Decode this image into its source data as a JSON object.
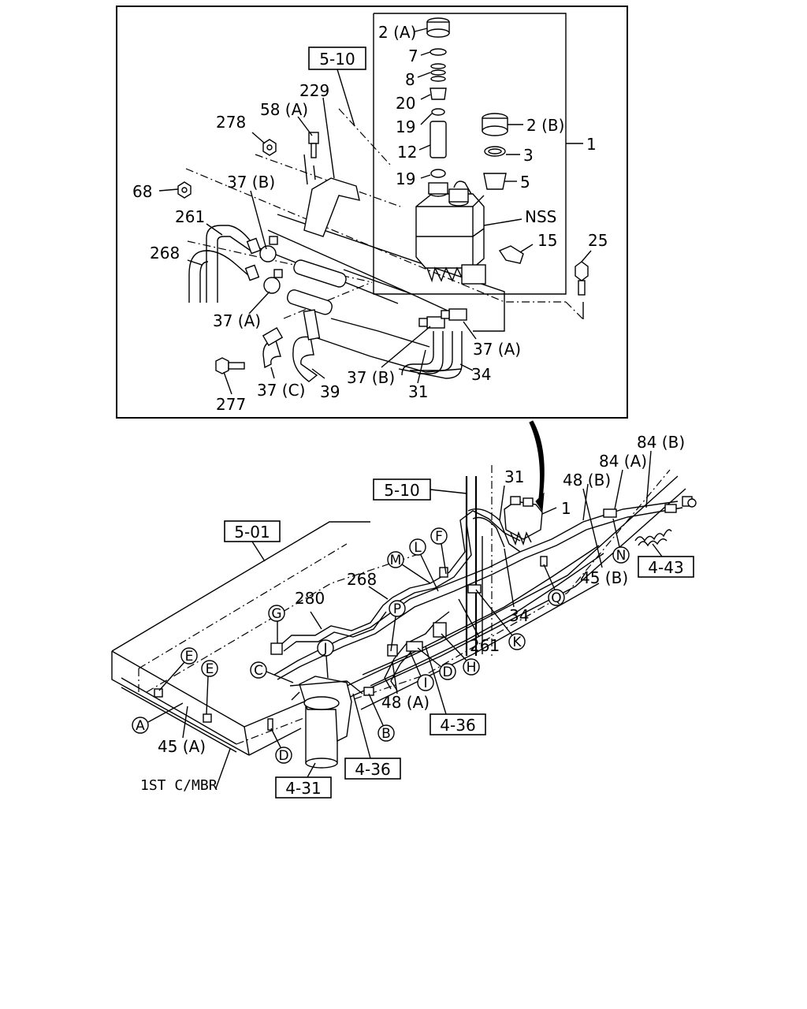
{
  "detail": {
    "part_labels": [
      "2 (A)",
      "7",
      "8",
      "20",
      "19",
      "12",
      "19",
      "2 (B)",
      "3",
      "5",
      "1",
      "NSS",
      "15",
      "25",
      "229",
      "278",
      "58 (A)",
      "68",
      "37 (B)",
      "261",
      "268",
      "37 (A)",
      "277",
      "37 (C)",
      "39",
      "37 (B)",
      "31",
      "34",
      "37 (A)"
    ],
    "ref_box": "5-10"
  },
  "main": {
    "part_labels": [
      "31",
      "1",
      "84 (B)",
      "84 (A)",
      "48 (B)",
      "45 (B)",
      "34",
      "261",
      "268",
      "280",
      "48 (A)",
      "45 (A)"
    ],
    "ref_boxes": [
      "5-10",
      "5-01",
      "4-43",
      "4-36",
      "4-36",
      "4-31"
    ],
    "callouts": [
      "F",
      "M",
      "L",
      "P",
      "G",
      "J",
      "C",
      "E",
      "E",
      "A",
      "D",
      "Q",
      "N",
      "K",
      "H",
      "D",
      "I",
      "B"
    ],
    "member_label": "1ST C/MBR"
  }
}
